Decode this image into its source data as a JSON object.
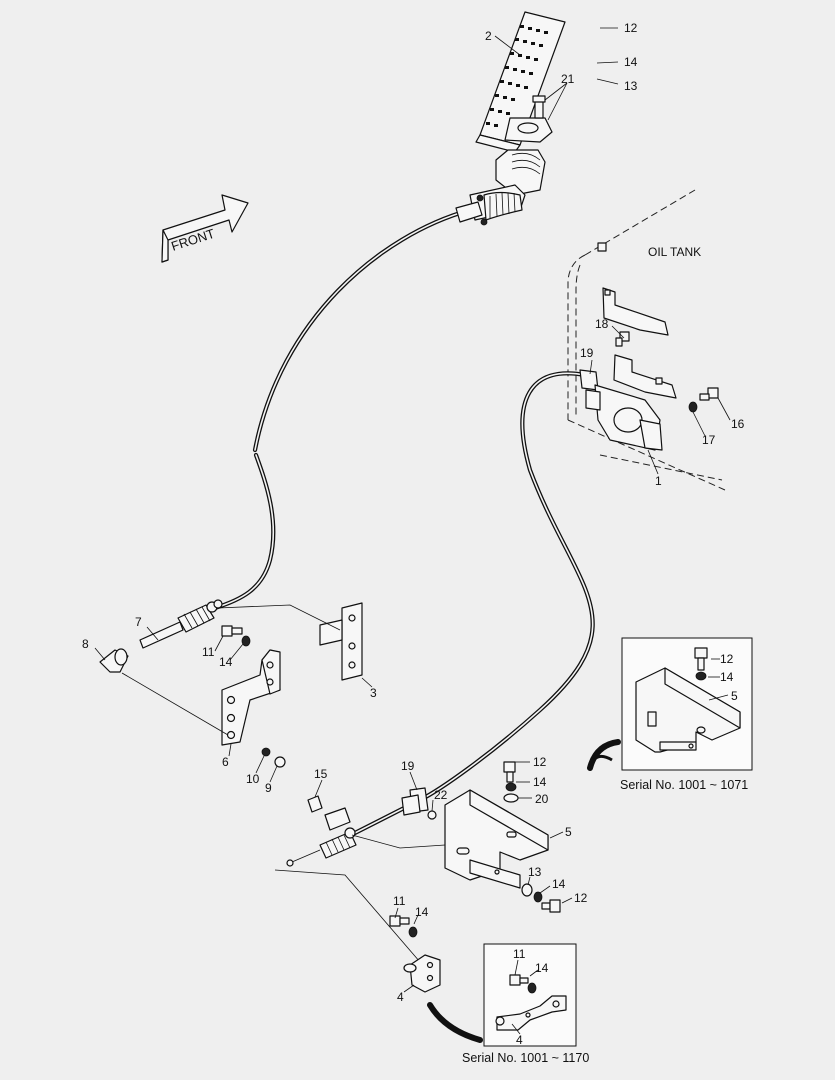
{
  "header_arrow": {
    "text": "FRONT"
  },
  "oil_tank_label": "OIL TANK",
  "insets": {
    "upper": {
      "caption": "Serial No. 1001 ~ 1071"
    },
    "lower": {
      "caption": "Serial No. 1001 ~ 1170"
    }
  },
  "callouts": [
    "2",
    "12",
    "14",
    "13",
    "21",
    "18",
    "19",
    "16",
    "17",
    "1",
    "7",
    "8",
    "11",
    "14",
    "3",
    "6",
    "10",
    "9",
    "12",
    "14",
    "5",
    "19",
    "15",
    "22",
    "12",
    "14",
    "20",
    "5",
    "13",
    "14",
    "12",
    "11",
    "14",
    "4",
    "11",
    "14",
    "4"
  ]
}
